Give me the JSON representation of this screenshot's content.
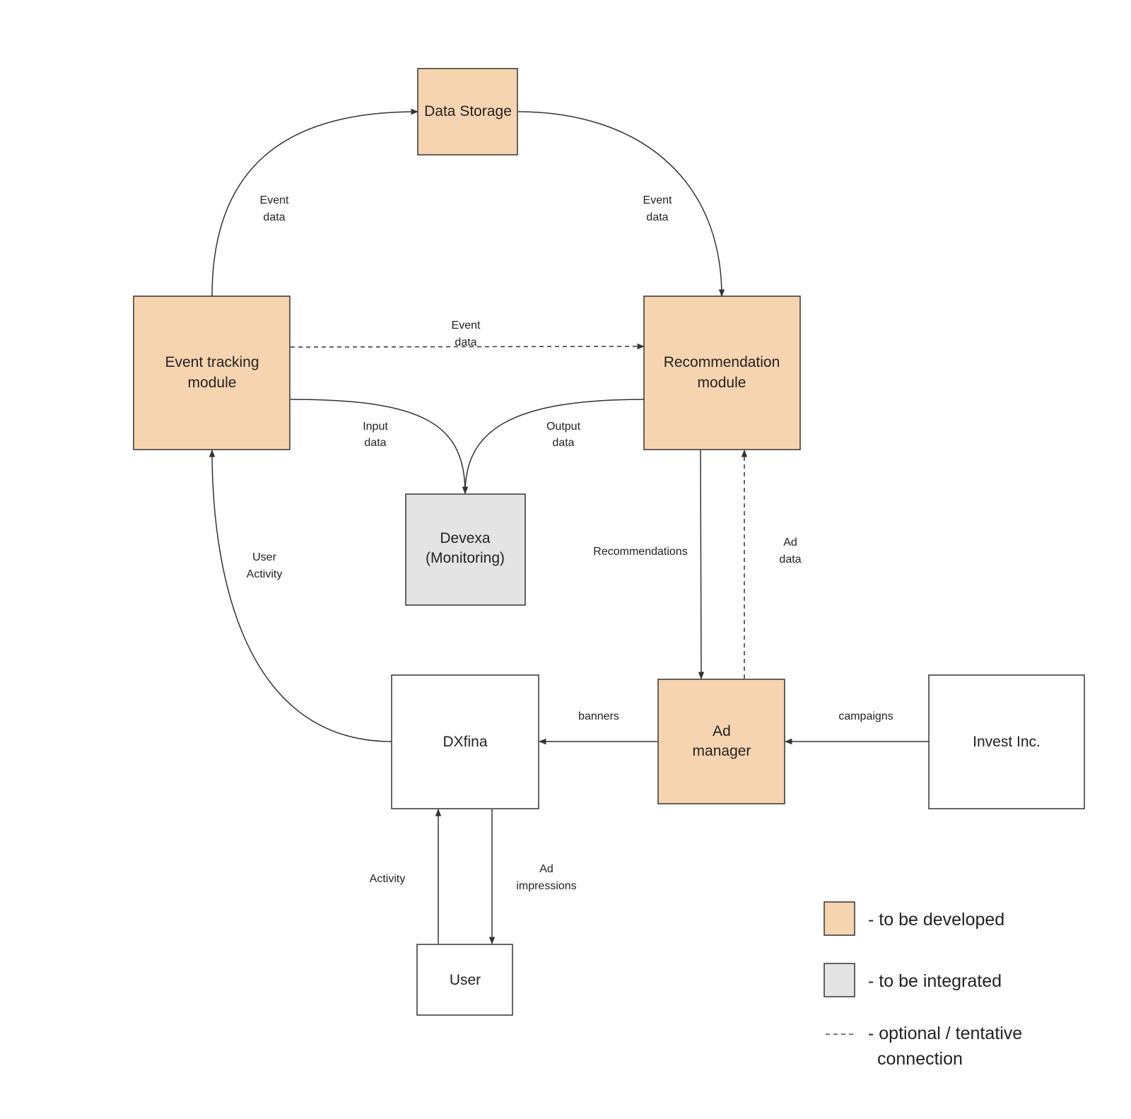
{
  "colors": {
    "develop_fill": "#f7d4b0",
    "integrate_fill": "#e4e4e4",
    "plain_fill": "#ffffff",
    "stroke": "#333333"
  },
  "nodes": {
    "data_storage": {
      "label": "Data Storage",
      "status": "to-be-developed"
    },
    "event_tracking": {
      "label_lines": [
        "Event tracking",
        "module"
      ],
      "status": "to-be-developed"
    },
    "recommendation": {
      "label_lines": [
        "Recommendation",
        "module"
      ],
      "status": "to-be-developed"
    },
    "devexa": {
      "label_lines": [
        "Devexa",
        "(Monitoring)"
      ],
      "status": "to-be-integrated"
    },
    "dxfina": {
      "label": "DXfina",
      "status": "existing"
    },
    "ad_manager": {
      "label_lines": [
        "Ad",
        "manager"
      ],
      "status": "to-be-developed"
    },
    "invest_inc": {
      "label": "Invest Inc.",
      "status": "existing"
    },
    "user": {
      "label": "User",
      "status": "existing"
    }
  },
  "edges": {
    "et_to_ds": {
      "label_lines": [
        "Event",
        "data"
      ],
      "style": "solid"
    },
    "ds_to_rec": {
      "label_lines": [
        "Event",
        "data"
      ],
      "style": "solid"
    },
    "et_to_rec": {
      "label_lines": [
        "Event",
        "data"
      ],
      "style": "dashed"
    },
    "et_to_devexa": {
      "label_lines": [
        "Input",
        "data"
      ],
      "style": "solid"
    },
    "rec_to_devexa": {
      "label_lines": [
        "Output",
        "data"
      ],
      "style": "solid"
    },
    "rec_to_ad": {
      "label": "Recommendations",
      "style": "solid"
    },
    "ad_to_rec": {
      "label_lines": [
        "Ad",
        "data"
      ],
      "style": "dashed"
    },
    "dxfina_to_et": {
      "label_lines": [
        "User",
        "Activity"
      ],
      "style": "solid"
    },
    "ad_to_dxfina": {
      "label": "banners",
      "style": "solid"
    },
    "invest_to_ad": {
      "label": "campaigns",
      "style": "solid"
    },
    "user_to_dxfina": {
      "label": "Activity",
      "style": "solid"
    },
    "dxfina_to_user": {
      "label_lines": [
        "Ad",
        "impressions"
      ],
      "style": "solid"
    }
  },
  "legend": {
    "develop": "- to be developed",
    "integrate": "- to be integrated",
    "optional_lines": [
      "- optional / tentative",
      "connection"
    ]
  }
}
